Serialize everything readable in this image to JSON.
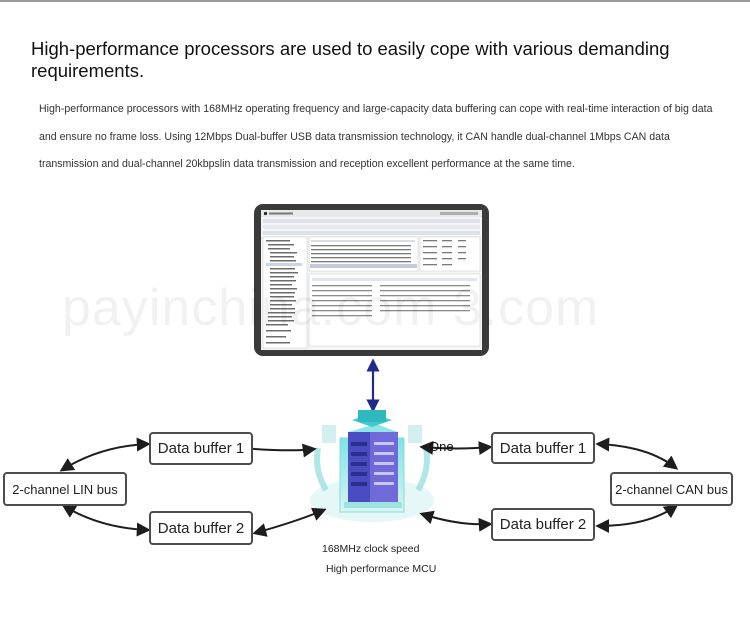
{
  "heading": "High-performance processors are used to easily cope with various demanding requirements.",
  "description": "High-performance processors with 168MHz operating frequency and large-capacity data buffering can cope with real-time interaction of big data and ensure no frame loss. Using 12Mbps Dual-buffer USB data transmission technology, it CAN handle dual-channel 1Mbps CAN data transmission and dual-channel 20kbpslin data transmission and reception excellent performance at the same time.",
  "watermark": "payinchina.com 3.com",
  "diagram": {
    "lin_bus": "2-channel LIN bus",
    "can_bus": "2-channel CAN bus",
    "left_buffer_1": "Data buffer 1",
    "left_buffer_2": "Data buffer 2",
    "right_buffer_1": "Data buffer 1",
    "right_buffer_2": "Data buffer 2",
    "one_label": "One",
    "mcu_speed": "168MHz clock speed",
    "mcu_label": "High performance MCU"
  },
  "colors": {
    "arrow": "#1d1d1d",
    "usb_arrow": "#1f2a8a",
    "box_border": "#4d4d4d",
    "tablet_frame": "#3a3a3a",
    "mcu_teal": "#5fd3d6",
    "mcu_purple": "#5a58c9"
  }
}
